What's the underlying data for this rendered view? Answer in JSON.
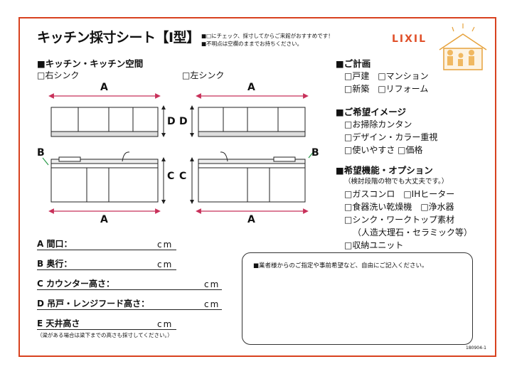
{
  "title": "キッチン採寸シート【I型】",
  "notes": [
    "■□にチェック、採寸してからご来館がおすすめです！",
    "■不明点は空欄のままでお持ちください。"
  ],
  "logo": "LIXIL",
  "kitchen_section": {
    "heading": "■キッチン・キッチン空間",
    "right_sink": "□右シンク",
    "left_sink": "□左シンク",
    "labels": {
      "a": "A",
      "b": "B",
      "c": "C",
      "d": "D"
    }
  },
  "plan": {
    "heading": "■ご計画",
    "row1": "□戸建　□マンション",
    "row2": "□新築　□リフォーム"
  },
  "image": {
    "heading": "■ご希望イメージ",
    "items": [
      "□お掃除カンタン",
      "□デザイン・カラー重視",
      "□使いやすさ □価格"
    ]
  },
  "options": {
    "heading": "■希望機能・オプション",
    "sub": "（検討段階の物でも大丈夫です。）",
    "items": [
      "□ガスコンロ　□IHヒーター",
      "□食器洗い乾燥機　□浄水器",
      "□シンク・ワークトップ素材",
      "（人造大理石・セラミック等）",
      "□収納ユニット"
    ]
  },
  "fields": [
    {
      "label": "A 間口：",
      "unit": "cm"
    },
    {
      "label": "B 奥行：",
      "unit": "cm"
    },
    {
      "label": "C カウンター高さ：",
      "unit": "cm"
    },
    {
      "label": "D 吊戸・レンジフード高さ：",
      "unit": "cm"
    },
    {
      "label": "E 天井高さ",
      "unit": "cm"
    }
  ],
  "ceiling_note": "（梁がある場合は梁下までの高さも採寸してください。）",
  "comment_prompt": "■業者様からのご指定や事前希望など、自由にご記入ください。",
  "doc_code": "180904-1"
}
